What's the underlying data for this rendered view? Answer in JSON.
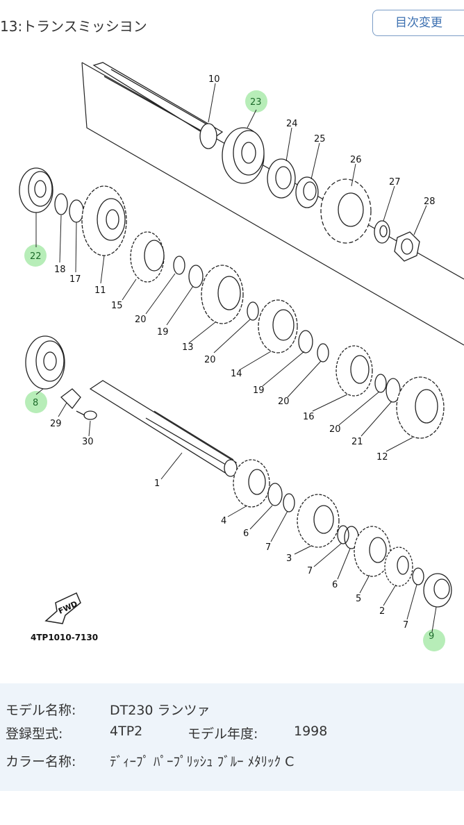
{
  "header": {
    "title": "13:トランスミッシヨン",
    "toc_button": "目次変更"
  },
  "diagram": {
    "code": "4TP1010-7130",
    "fwd_label": "FWD",
    "parts": [
      "1",
      "2",
      "3",
      "4",
      "5",
      "6",
      "7",
      "8",
      "9",
      "10",
      "11",
      "12",
      "13",
      "14",
      "15",
      "16",
      "17",
      "18",
      "19",
      "20",
      "21",
      "22",
      "23",
      "24",
      "25",
      "26",
      "27",
      "28",
      "29",
      "30"
    ],
    "highlighted_parts": [
      "23",
      "22",
      "8",
      "9"
    ],
    "highlight_color": "#9fe7a0"
  },
  "info": {
    "model_label": "モデル名称:",
    "model_value": "DT230 ランツァ",
    "reg_label": "登録型式:",
    "reg_value": "4TP2",
    "year_label": "モデル年度:",
    "year_value": "1998",
    "color_label": "カラー名称:",
    "color_value": "ﾃﾞｨｰﾌﾟ ﾊﾟｰﾌﾟﾘｯｼｭ ﾌﾞﾙｰ ﾒﾀﾘｯｸ C"
  }
}
